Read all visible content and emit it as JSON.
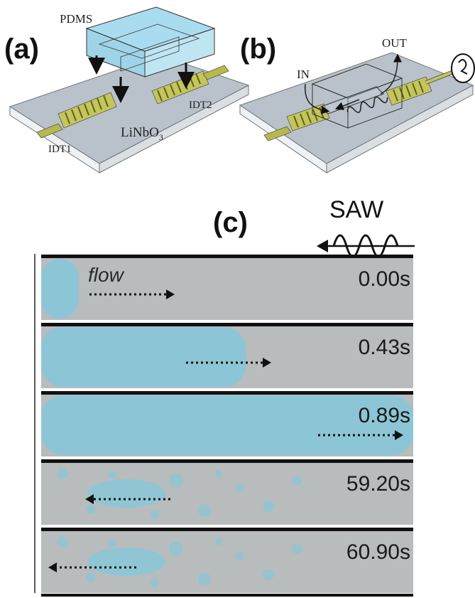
{
  "panel_a": {
    "label": "(a)",
    "pdms": "PDMS",
    "idt1": "IDT1",
    "idt2": "IDT2",
    "substrate_main": "LiNbO",
    "substrate_sub": "3"
  },
  "panel_b": {
    "label": "(b)",
    "in": "IN",
    "out": "OUT"
  },
  "panel_c": {
    "label": "(c)",
    "saw": "SAW",
    "flow": "flow",
    "frames": [
      {
        "time": "0.00s",
        "fill_fraction": 0.1,
        "direction": "right"
      },
      {
        "time": "0.43s",
        "fill_fraction": 0.55,
        "direction": "right"
      },
      {
        "time": "0.89s",
        "fill_fraction": 1.0,
        "direction": "right"
      },
      {
        "time": "59.20s",
        "fill_fraction": 0.0,
        "direction": "left"
      },
      {
        "time": "60.90s",
        "fill_fraction": 0.0,
        "direction": "left"
      }
    ]
  },
  "colors": {
    "fluid": "#8cc6d6",
    "channel": "#b8bcbd",
    "substrate": "#b9c2ca",
    "idt": "#b7b94a",
    "pdms": "#a9dcef"
  }
}
